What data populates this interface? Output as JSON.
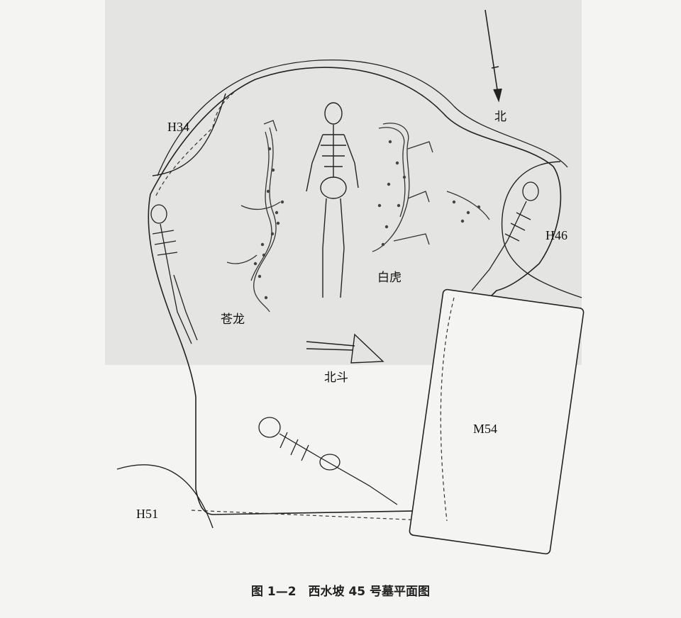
{
  "figure": {
    "caption": "图 1—2　西水坡 45 号墓平面图",
    "labels": {
      "north": "北",
      "h34": "H34",
      "h46": "H46",
      "h51": "H51",
      "m54": "M54",
      "azure_dragon": "苍龙",
      "white_tiger": "白虎",
      "big_dipper": "北斗"
    }
  }
}
